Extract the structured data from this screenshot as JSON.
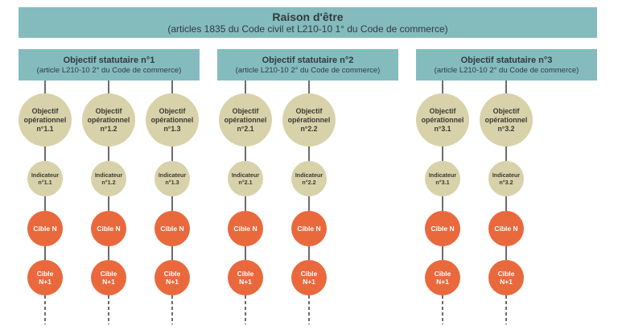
{
  "header": {
    "title": "Raison d'être",
    "subtitle": "(articles 1835 du Code civil et L210-10 1° du Code de commerce)"
  },
  "objectives": [
    {
      "title": "Objectif statutaire n°1",
      "subtitle": "(article L210-10 2° du Code de commerce)",
      "columns": [
        {
          "op": [
            "Objectif",
            "opérationnel",
            "n°1.1"
          ],
          "ind": [
            "Indicateur",
            "n°1.1"
          ]
        },
        {
          "op": [
            "Objectif",
            "opérationnel",
            "n°1.2"
          ],
          "ind": [
            "Indicateur",
            "n°1.2"
          ]
        },
        {
          "op": [
            "Objectif",
            "opérationnel",
            "n°1.3"
          ],
          "ind": [
            "Indicateur",
            "n°1.3"
          ]
        }
      ]
    },
    {
      "title": "Objectif statutaire n°2",
      "subtitle": "(article L210-10 2° du Code de commerce)",
      "columns": [
        {
          "op": [
            "Objectif",
            "opérationnel",
            "n°2.1"
          ],
          "ind": [
            "Indicateur",
            "n°2.1"
          ]
        },
        {
          "op": [
            "Objectif",
            "opérationnel",
            "n°2.2"
          ],
          "ind": [
            "Indicateur",
            "n°2.2"
          ]
        }
      ]
    },
    {
      "title": "Objectif statutaire n°3",
      "subtitle": "(article L210-10 2° du Code de commerce)",
      "columns": [
        {
          "op": [
            "Objectif",
            "opérationnel",
            "n°3.1"
          ],
          "ind": [
            "Indicateur",
            "n°3.1"
          ]
        },
        {
          "op": [
            "Objectif",
            "opérationnel",
            "n°3.2"
          ],
          "ind": [
            "Indicateur",
            "n°3.2"
          ]
        }
      ]
    }
  ],
  "cible_n": [
    "Cible N"
  ],
  "cible_n1": [
    "Cible",
    "N+1"
  ],
  "colors": {
    "box": "#84bcbe",
    "beige": "#d8d2ab",
    "orange": "#e9693d",
    "line": "#3a3a3a"
  }
}
